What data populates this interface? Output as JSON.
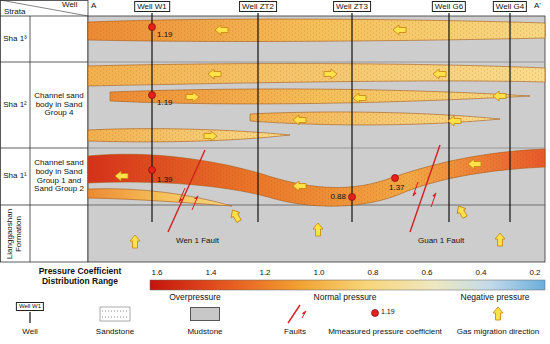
{
  "diagram": {
    "nodes": [
      {
        "text": [
          "Sha 1³"
        ]
      },
      {
        "text": [
          "Sha 1²"
        ]
      },
      {
        "text": [
          "Channel sand body in Sand Group 4"
        ]
      },
      {
        "text": [
          "Sha 1¹"
        ]
      },
      {
        "text": [
          "Channel sand body in Sand Group 1 and Sand Group 2"
        ]
      },
      {
        "text": [
          "Lianggaoshan Formation"
        ]
      }
    ],
    "labels": [
      "Strata",
      "Well",
      "A",
      "Well W1",
      "Well ZT2",
      "Well ZT3",
      "Well G6",
      "Well G4",
      "A'",
      "1.19",
      "1.19",
      "1.39",
      "0.88",
      "1.37",
      "Wen 1 Fault",
      "Guan 1 Fault",
      "Pressure Coefficient Distribution Range",
      "1.6",
      "1.4",
      "1.2",
      "1.0",
      "0.8",
      "0.6",
      "0.4",
      "0.2",
      "Overpressure",
      "Normal pressure",
      "Negative pressure",
      "Well W1",
      "1.19"
    ],
    "legend": [
      {
        "text": "Well"
      },
      {
        "text": "Sandstone"
      },
      {
        "text": "Mudstone",
        "color": "#c8c8c8"
      },
      {
        "text": "Faults"
      },
      {
        "text": "Mmeasured pressure coefficient"
      },
      {
        "text": "Gas migration direction"
      }
    ]
  }
}
